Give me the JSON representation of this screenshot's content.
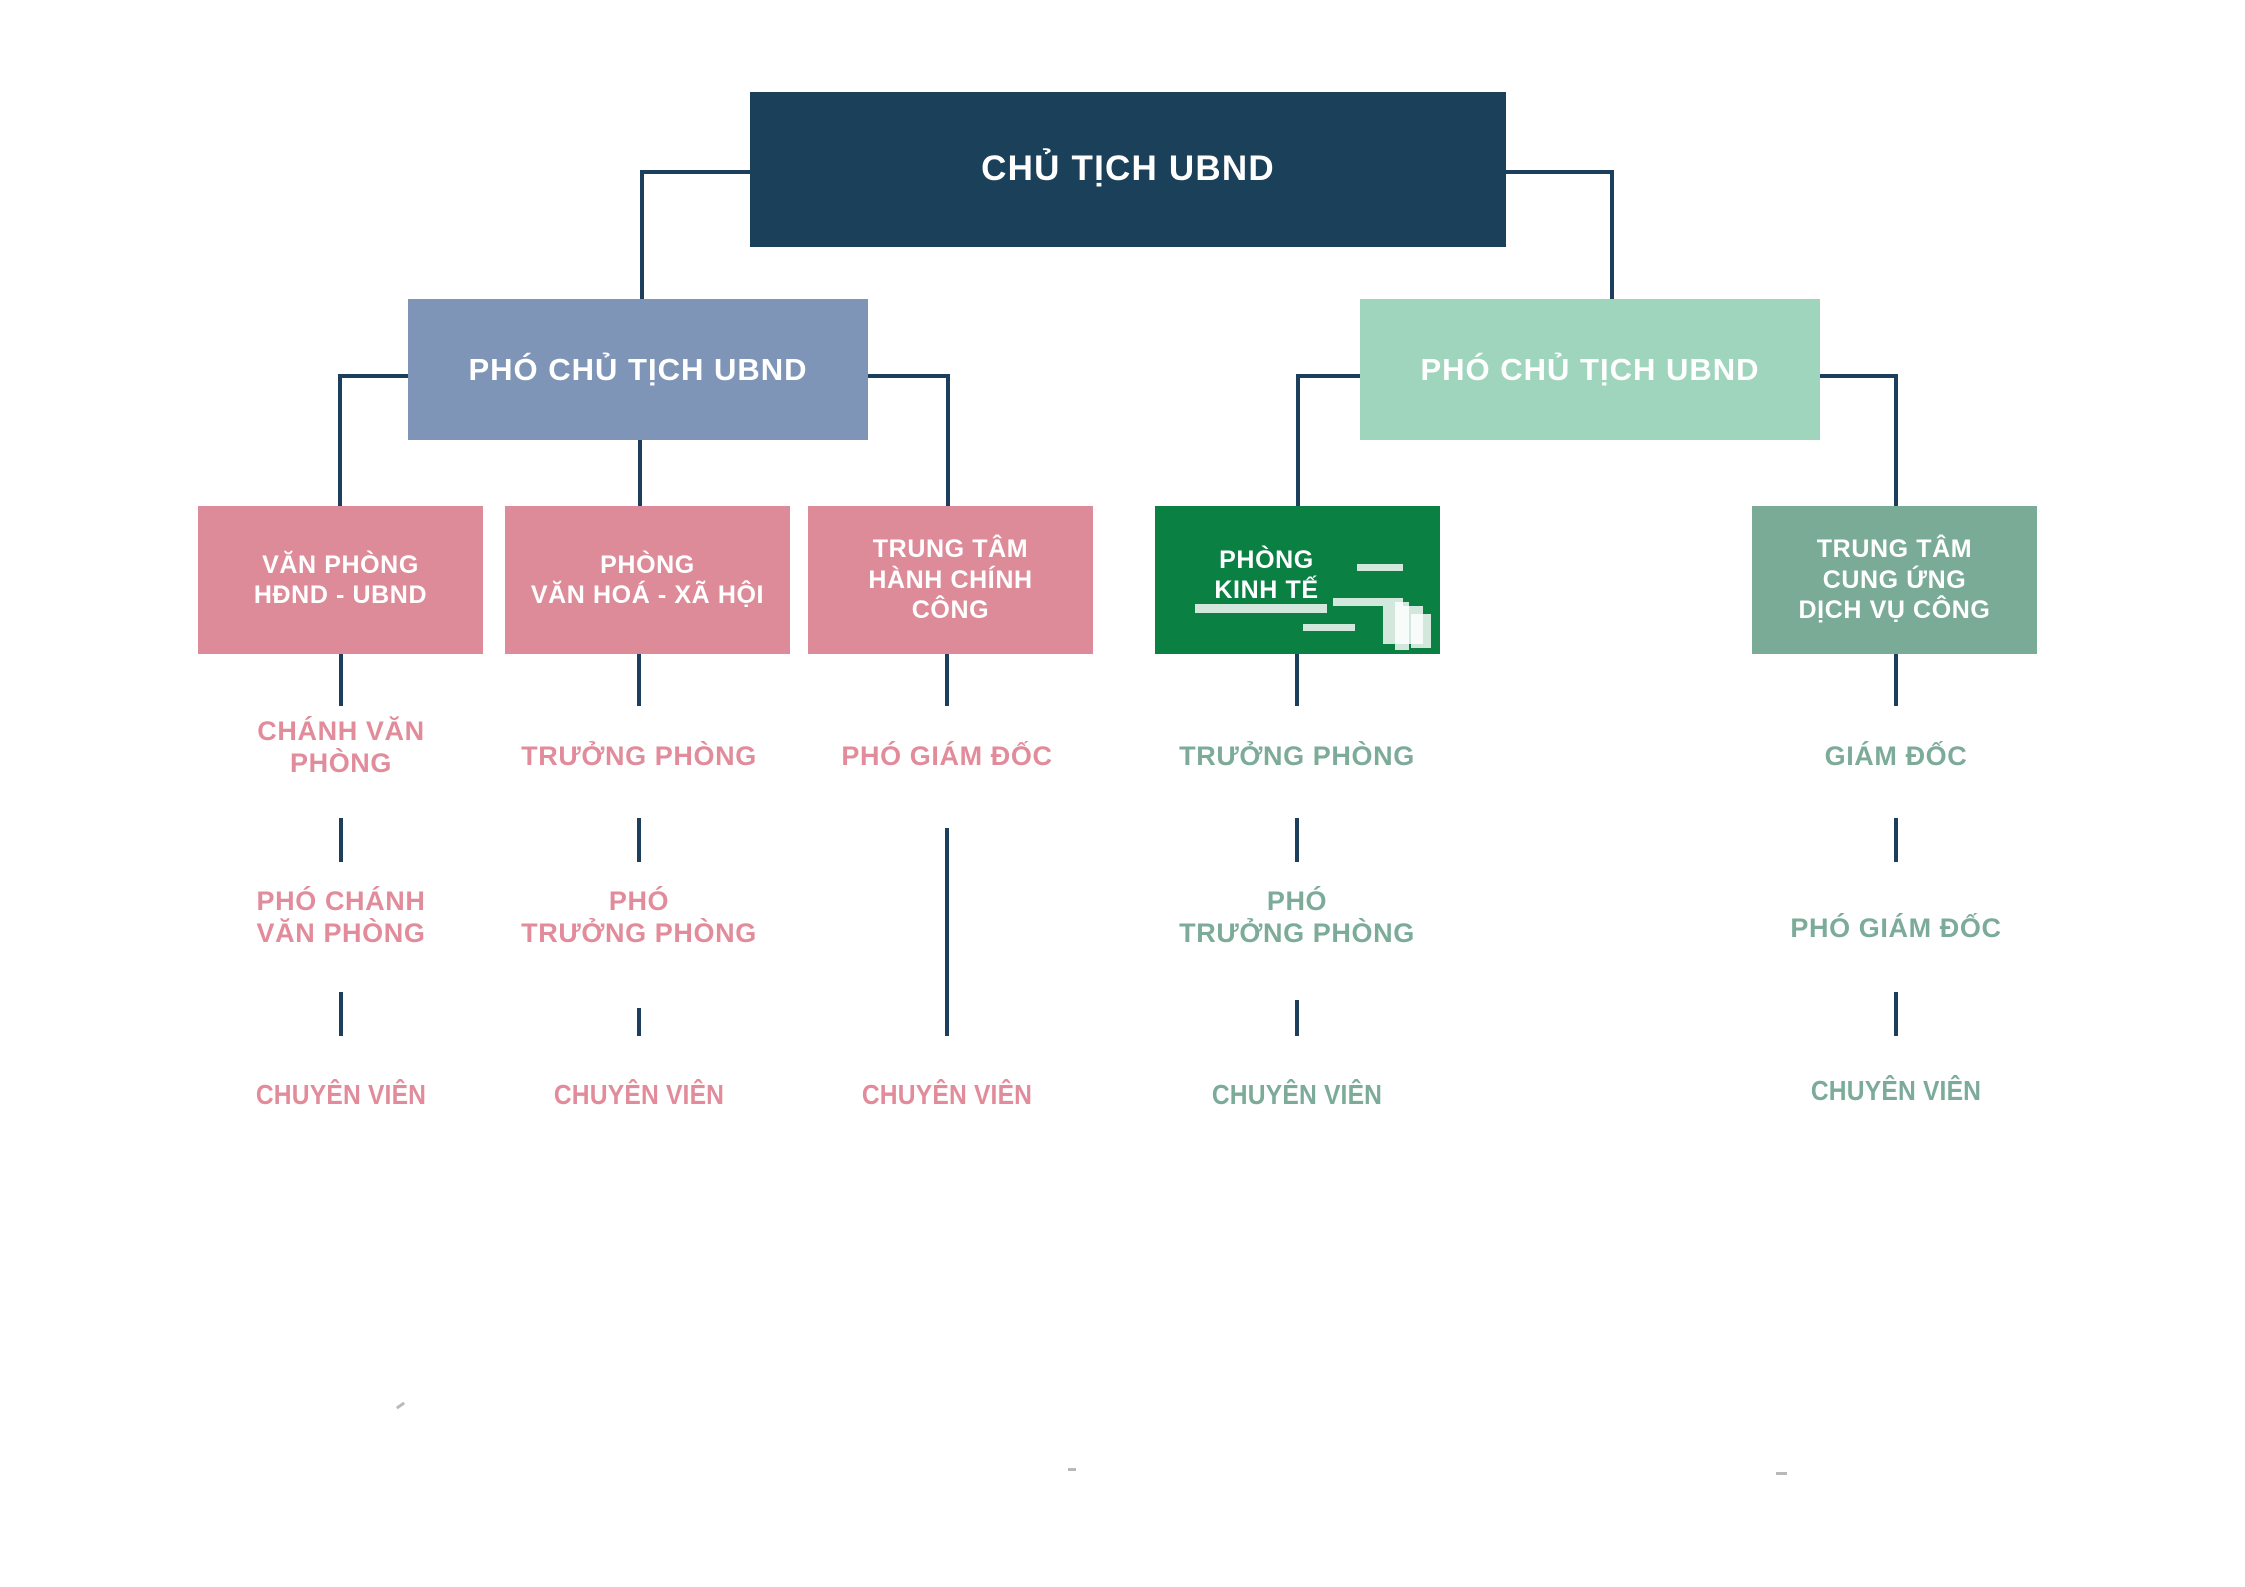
{
  "chart_data": {
    "type": "diagram",
    "title": "CHỦ TỊCH UBND",
    "description": "Vietnamese commune People's Committee organizational hierarchy chart"
  },
  "colors": {
    "chairman": "#1b4059",
    "vice_left": "#7e95b8",
    "vice_right": "#9fd5bc",
    "dept_pink": "#dd8b99",
    "dept_green_dark": "#0a8043",
    "dept_green_sage": "#79ab97",
    "connector": "#1c3f5e",
    "text_pink": "#e28c9b",
    "text_green": "#7cab99",
    "background": "#ffffff"
  },
  "chairman": {
    "label": "CHỦ TỊCH UBND"
  },
  "vice_chairs": [
    {
      "label": "PHÓ CHỦ TỊCH UBND",
      "side": "left"
    },
    {
      "label": "PHÓ CHỦ TỊCH UBND",
      "side": "right"
    }
  ],
  "departments": [
    {
      "id": "van-phong-hdnd-ubnd",
      "title_lines": [
        "VĂN PHÒNG",
        "HĐND - UBND"
      ],
      "roles": [
        "CHÁNH VĂN PHÒNG",
        "PHÓ CHÁNH VĂN PHÒNG",
        "CHUYÊN VIÊN"
      ]
    },
    {
      "id": "phong-van-hoa-xa-hoi",
      "title_lines": [
        "PHÒNG",
        "VĂN HOÁ - XÃ HỘI"
      ],
      "roles": [
        "TRƯỞNG PHÒNG",
        "PHÓ TRƯỞNG PHÒNG",
        "CHUYÊN VIÊN"
      ]
    },
    {
      "id": "trung-tam-hanh-chinh-cong",
      "title_lines": [
        "TRUNG TÂM",
        "HÀNH CHÍNH",
        "CÔNG"
      ],
      "roles": [
        "PHÓ GIÁM ĐỐC",
        "CHUYÊN VIÊN"
      ]
    },
    {
      "id": "phong-kinh-te",
      "title_lines": [
        "PHÒNG",
        "KINH TẾ"
      ],
      "roles": [
        "TRƯỞNG PHÒNG",
        "PHÓ TRƯỞNG PHÒNG",
        "CHUYÊN VIÊN"
      ]
    },
    {
      "id": "trung-tam-cung-ung-dich-vu-cong",
      "title_lines": [
        "TRUNG TÂM",
        "CUNG ỨNG",
        "DỊCH VỤ CÔNG"
      ],
      "roles": [
        "GIÁM ĐỐC",
        "PHÓ GIÁM ĐỐC",
        "CHUYÊN VIÊN"
      ]
    }
  ],
  "dept_titles": {
    "d0": "VĂN PHÒNG\nHĐND - UBND",
    "d1": "PHÒNG\nVĂN HOÁ - XÃ HỘI",
    "d2": "TRUNG TÂM\nHÀNH CHÍNH\nCÔNG",
    "d3": "PHÒNG\nKINH TẾ",
    "d4": "TRUNG TÂM\nCUNG ỨNG\nDỊCH VỤ CÔNG"
  },
  "roles_flat": {
    "c0r0": "CHÁNH VĂN\nPHÒNG",
    "c0r1": "PHÓ CHÁNH\nVĂN PHÒNG",
    "c0r2": "CHUYÊN VIÊN",
    "c1r0": "TRƯỞNG PHÒNG",
    "c1r1": "PHÓ\nTRƯỞNG PHÒNG",
    "c1r2": "CHUYÊN VIÊN",
    "c2r0": "PHÓ GIÁM ĐỐC",
    "c2r2": "CHUYÊN VIÊN",
    "c3r0": "TRƯỞNG PHÒNG",
    "c3r1": "PHÓ\nTRƯỞNG PHÒNG",
    "c3r2": "CHUYÊN VIÊN",
    "c4r0": "GIÁM ĐỐC",
    "c4r1": "PHÓ GIÁM ĐỐC",
    "c4r2": "CHUYÊN VIÊN"
  }
}
